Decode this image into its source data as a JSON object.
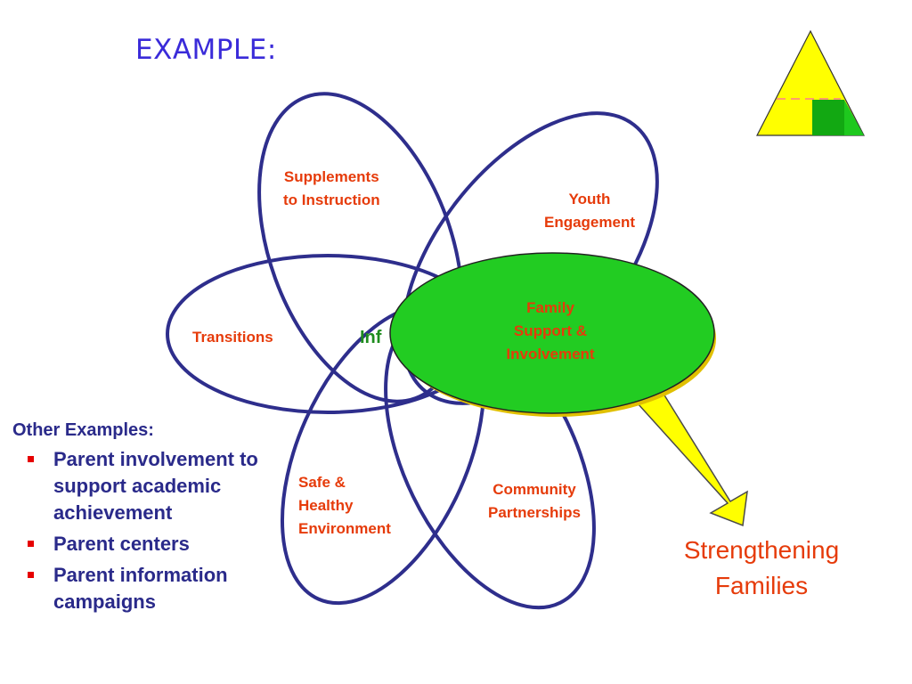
{
  "title": "EXAMPLE:",
  "petals": {
    "supplements": [
      "Supplements",
      "to Instruction"
    ],
    "youth": [
      "Youth",
      "Engagement"
    ],
    "transitions": "Transitions",
    "safe": [
      "Safe &",
      "Healthy",
      "Environment"
    ],
    "community": [
      "Community",
      "Partnerships"
    ],
    "family": [
      "Family",
      "Support &",
      "Involvement"
    ]
  },
  "partial_word": "Inf",
  "outcome": [
    "Strengthening",
    "Families"
  ],
  "other_examples": {
    "heading": "Other Examples:",
    "items": [
      "Parent involvement to support academic achievement",
      "Parent centers",
      "Parent information campaigns"
    ]
  },
  "colors": {
    "title": "#3a2bd9",
    "petal_outline": "#2e2e8c",
    "label_orange": "#e63b0a",
    "focus_fill": "#22cc22",
    "triangle_fill": "#ffff00",
    "triangle_square": "#12a812",
    "arrow_fill": "#ffff00",
    "bullet": "#e60000",
    "list_text": "#2a2a8a"
  },
  "icons": {
    "bullet": "square-bullet-icon",
    "triangle": "pyramid-icon"
  }
}
